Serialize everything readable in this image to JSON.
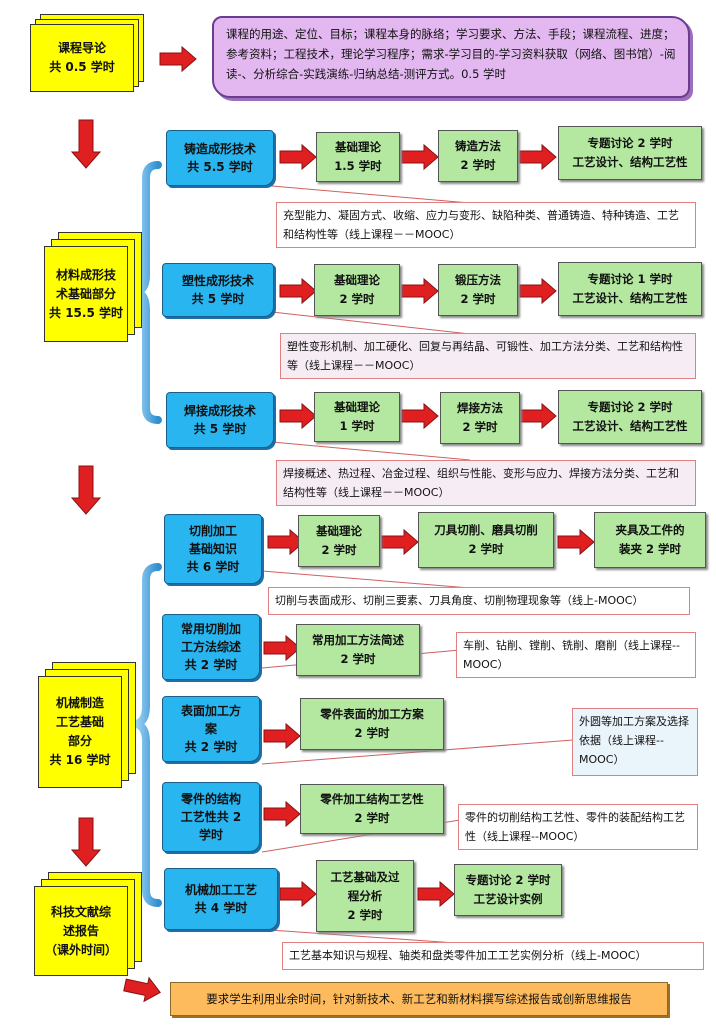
{
  "intro": {
    "label": "课程导论\n共 0.5 学时",
    "desc": "课程的用途、定位、目标；课程本身的脉络；学习要求、方法、手段；课程流程、进度；参考资料；工程技术，理论学习程序；需求-学习目的-学习资料获取（网络、图书馆）-阅读-、分析综合-实践演练-归纳总结-测评方式。0.5 学时"
  },
  "part1": {
    "label": "材料成形技\n术基础部分\n共 15.5 学时"
  },
  "part2": {
    "label": "机械制造\n工艺基础\n部分\n共 16 学时"
  },
  "part3": {
    "label": "科技文献综\n述报告\n（课外时间）"
  },
  "casting": {
    "title": "铸造成形技术\n共 5.5 学时",
    "steps": [
      "基础理论\n1.5 学时",
      "铸造方法\n2 学时",
      "专题讨论 2 学时\n工艺设计、结构工艺性"
    ],
    "note": "充型能力、凝固方式、收缩、应力与变形、缺陷种类、普通铸造、特种铸造、工艺和结构性等（线上课程－－MOOC）"
  },
  "forming": {
    "title": "塑性成形技术\n共 5 学时",
    "steps": [
      "基础理论\n2 学时",
      "锻压方法\n2 学时",
      "专题讨论 1 学时\n工艺设计、结构工艺性"
    ],
    "note": "塑性变形机制、加工硬化、回复与再结晶、可锻性、加工方法分类、工艺和结构性等（线上课程－－MOOC）"
  },
  "welding": {
    "title": "焊接成形技术\n共 5 学时",
    "steps": [
      "基础理论\n1 学时",
      "焊接方法\n2 学时",
      "专题讨论 2 学时\n工艺设计、结构工艺性"
    ],
    "note": "焊接概述、热过程、冶金过程、组织与性能、变形与应力、焊接方法分类、工艺和结构性等（线上课程－－MOOC）"
  },
  "cutting": {
    "title": "切削加工\n基础知识\n共 6 学时",
    "steps": [
      "基础理论\n2 学时",
      "刀具切削、磨具切削\n2 学时",
      "夹具及工件的\n装夹  2 学时"
    ],
    "note": "切削与表面成形、切削三要素、刀具角度、切削物理现象等（线上-MOOC）"
  },
  "methods": {
    "title": "常用切削加\n工方法综述\n共 2 学时",
    "step": "常用加工方法简述\n2 学时",
    "note": "车削、钻削、镗削、铣削、磨削（线上课程--MOOC）"
  },
  "surface": {
    "title": "表面加工方\n案\n共 2 学时",
    "step": "零件表面的加工方案\n2 学时",
    "note": "外圆等加工方案及选择依据（线上课程--MOOC）"
  },
  "structure": {
    "title": "零件的结构\n工艺性共 2\n学时",
    "step": "零件加工结构工艺性\n2 学时",
    "note": "零件的切削结构工艺性、零件的装配结构工艺性（线上课程--MOOC）"
  },
  "machining": {
    "title": "机械加工工艺\n共 4 学时",
    "steps": [
      "工艺基础及过\n程分析\n2 学时",
      "专题讨论 2 学时\n工艺设计实例"
    ],
    "note": "工艺基本知识与规程、轴类和盘类零件加工工艺实例分析（线上-MOOC）"
  },
  "report": {
    "desc": "要求学生利用业余时间，针对新技术、新工艺和新材料撰写综述报告或创新思维报告"
  },
  "colors": {
    "yellow": "#ffff00",
    "blue": "#29b6f0",
    "green": "#b4e8a0",
    "red": "#e02020",
    "purple": "#e3b8f0",
    "orange": "#fdbb5e"
  }
}
